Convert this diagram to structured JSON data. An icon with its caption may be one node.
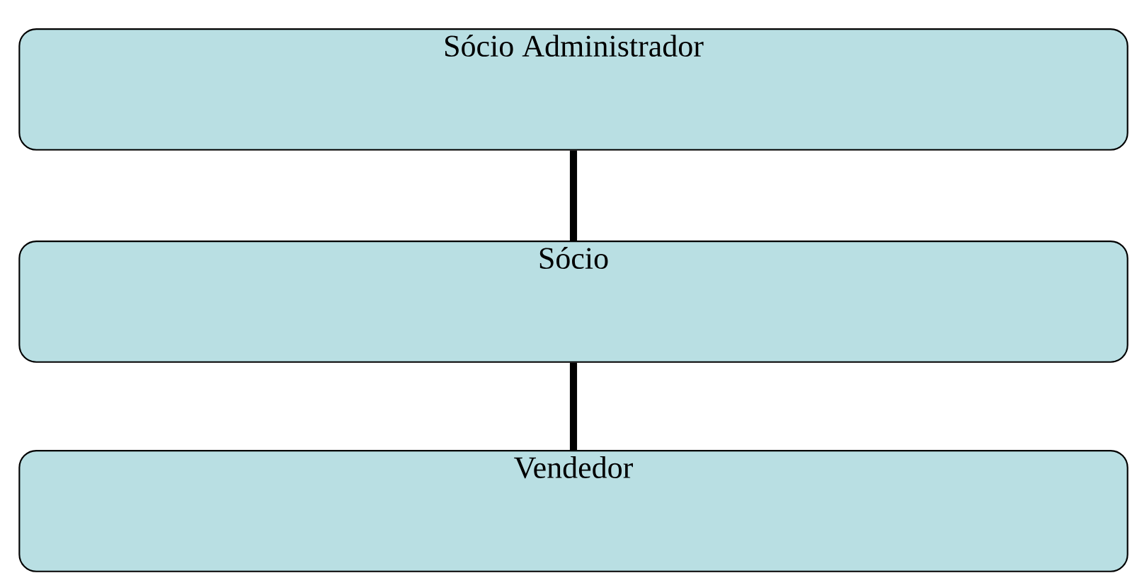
{
  "diagram": {
    "nodes": [
      {
        "text": [
          "Sócio Administrador"
        ]
      },
      {
        "text": [
          "Sócio"
        ]
      },
      {
        "text": [
          "Vendedor"
        ]
      }
    ],
    "edges": [
      {
        "from": 0,
        "to": 1,
        "arrow": "none"
      },
      {
        "from": 1,
        "to": 2,
        "arrow": "none"
      }
    ]
  }
}
